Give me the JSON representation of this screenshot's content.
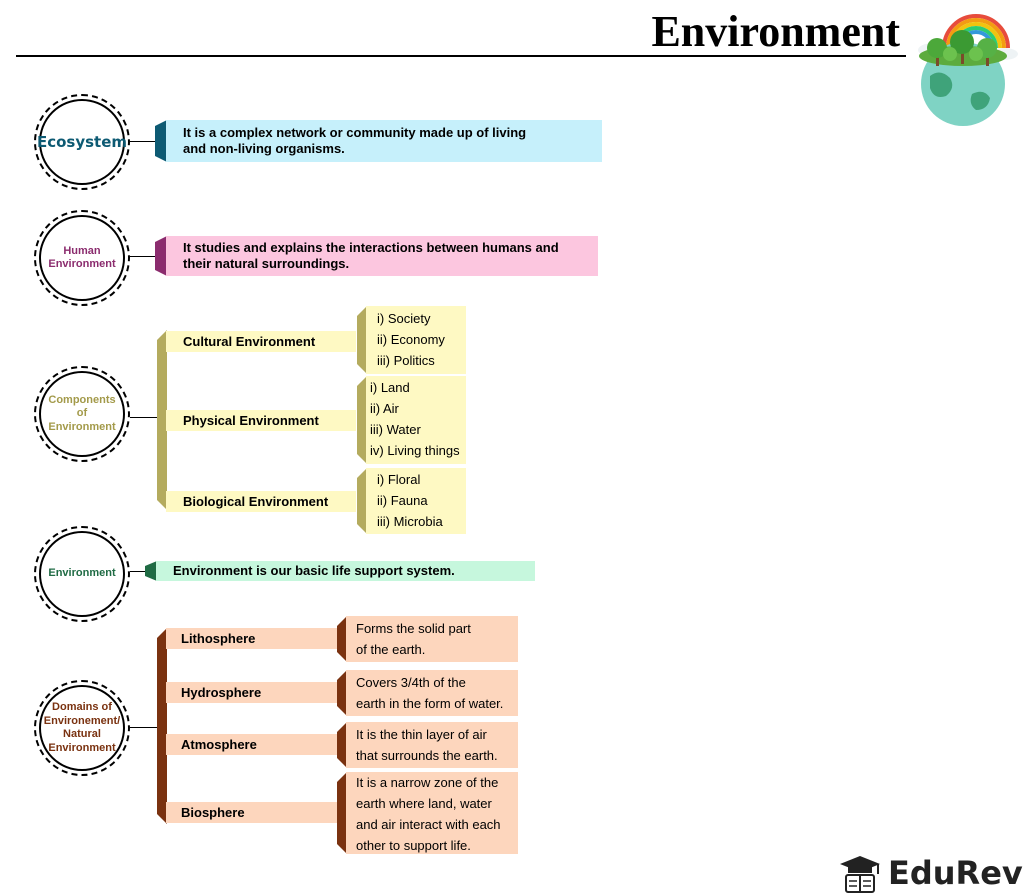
{
  "header": {
    "title": "Environment"
  },
  "colors": {
    "ecosystem": "#0d5a73",
    "ecosystem_box": "#c6f0fb",
    "human": "#8b2c6e",
    "human_box": "#fcc6df",
    "components": "#a39a4a",
    "components_box": "#fef9c3",
    "components_accent": "#b4ab5e",
    "environment": "#1f6b44",
    "environment_box": "#c6f7dd",
    "domains": "#7a3210",
    "domains_box": "#fdd6bd",
    "domains_accent": "#7a3210"
  },
  "ecosystem": {
    "circle": "Ecosystem",
    "text": [
      "It is a complex network or community made up of living",
      "and non-living organisms."
    ]
  },
  "human": {
    "circle": [
      "Human",
      "Environment"
    ],
    "text": [
      "It studies and explains the interactions between humans and",
      "their natural surroundings."
    ]
  },
  "components": {
    "circle": [
      "Components",
      "of",
      "Environment"
    ],
    "branches": [
      {
        "label": "Cultural Environment",
        "items": [
          "i) Society",
          "ii) Economy",
          "iii) Politics"
        ]
      },
      {
        "label": "Physical Environment",
        "items": [
          "i) Land",
          "ii) Air",
          "iii) Water",
          "iv) Living things"
        ]
      },
      {
        "label": "Biological Environment",
        "items": [
          "i) Floral",
          "ii) Fauna",
          "iii) Microbia"
        ]
      }
    ]
  },
  "environment": {
    "circle": "Environment",
    "text": "Environment is our basic life support system."
  },
  "domains": {
    "circle": [
      "Domains of",
      "Environement/",
      "Natural",
      "Environment"
    ],
    "branches": [
      {
        "label": "Lithosphere",
        "lines": [
          "Forms the solid part",
          "of the earth."
        ]
      },
      {
        "label": "Hydrosphere",
        "lines": [
          "Covers 3/4th of the",
          "earth in the form of water."
        ]
      },
      {
        "label": "Atmosphere",
        "lines": [
          "It is the thin layer of air",
          "that surrounds the earth."
        ]
      },
      {
        "label": "Biosphere",
        "lines": [
          "It is a narrow zone of the",
          "earth where land, water",
          "and air interact with each",
          "other to support life."
        ]
      }
    ]
  },
  "brand": {
    "name": "EduRev"
  }
}
